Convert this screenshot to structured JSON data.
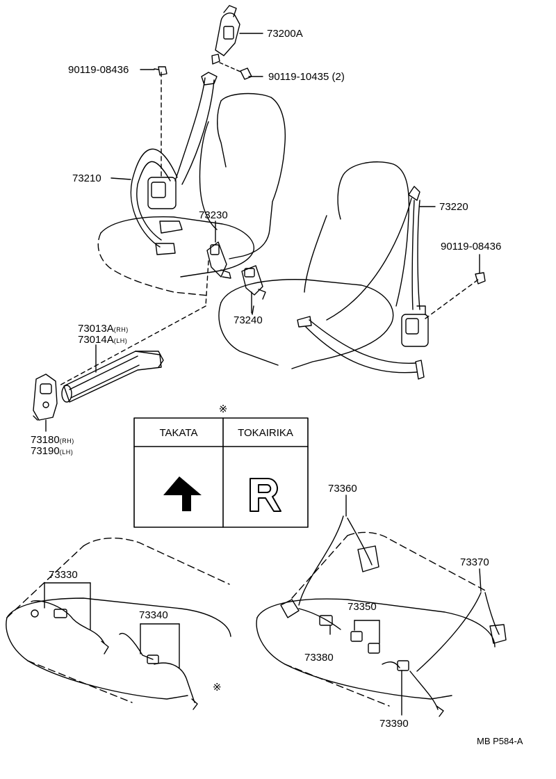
{
  "parts": {
    "p73200A": "73200A",
    "p90119_08436_a": "90119-08436",
    "p90119_10435": "90119-10435",
    "p90119_10435_qty": "(2)",
    "p73210": "73210",
    "p73230": "73230",
    "p73220": "73220",
    "p90119_08436_b": "90119-08436",
    "p73240": "73240",
    "p73013A": "73013A",
    "p73013A_side": "(RH)",
    "p73014A": "73014A",
    "p73014A_side": "(LH)",
    "p73180": "73180",
    "p73180_side": "(RH)",
    "p73190": "73190",
    "p73190_side": "(LH)",
    "p73360": "73360",
    "p73370": "73370",
    "p73330": "73330",
    "p73340": "73340",
    "p73350": "73350",
    "p73380": "73380",
    "p73390": "73390"
  },
  "legend": {
    "marker": "※",
    "col1": "TAKATA",
    "col2": "TOKAIRIKA"
  },
  "marker_rear": "※",
  "footer": "MB P584-A"
}
